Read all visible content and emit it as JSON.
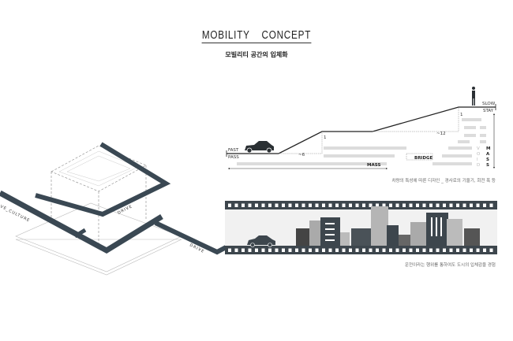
{
  "header": {
    "title": "MOBILITY CONCEPT",
    "subtitle": "모빌리티 공간의 입체화"
  },
  "section_diagram": {
    "fast_label": "FAST",
    "pass_label": "PASS",
    "slow_label": "SLOW",
    "stay_label": "STAY",
    "dim_low": "~6",
    "dim_high": "~12",
    "rise_1": "1",
    "rise_2": "1",
    "bridge_label": "BRIDGE",
    "mass_label": "MASS",
    "mass_vertical": [
      "M",
      "A",
      "S",
      "S"
    ],
    "void_vertical": [
      "V",
      "O",
      "I",
      "D"
    ],
    "caption": "차량의 특성에 따른 디자인 _ 경사로의 기울기, 회전 폭 등"
  },
  "film_strip": {
    "caption": "운전이라는 행위를 통하여도 도시의 입체감을 경험"
  },
  "axonometric": {
    "drive_label_1": "DRIVE",
    "drive_label_2": "DRIVE",
    "culture_label": "VE_CULTURE"
  },
  "colors": {
    "road": "#3a4853",
    "ink": "#222222",
    "gray_mass": "#d9d9d9"
  }
}
